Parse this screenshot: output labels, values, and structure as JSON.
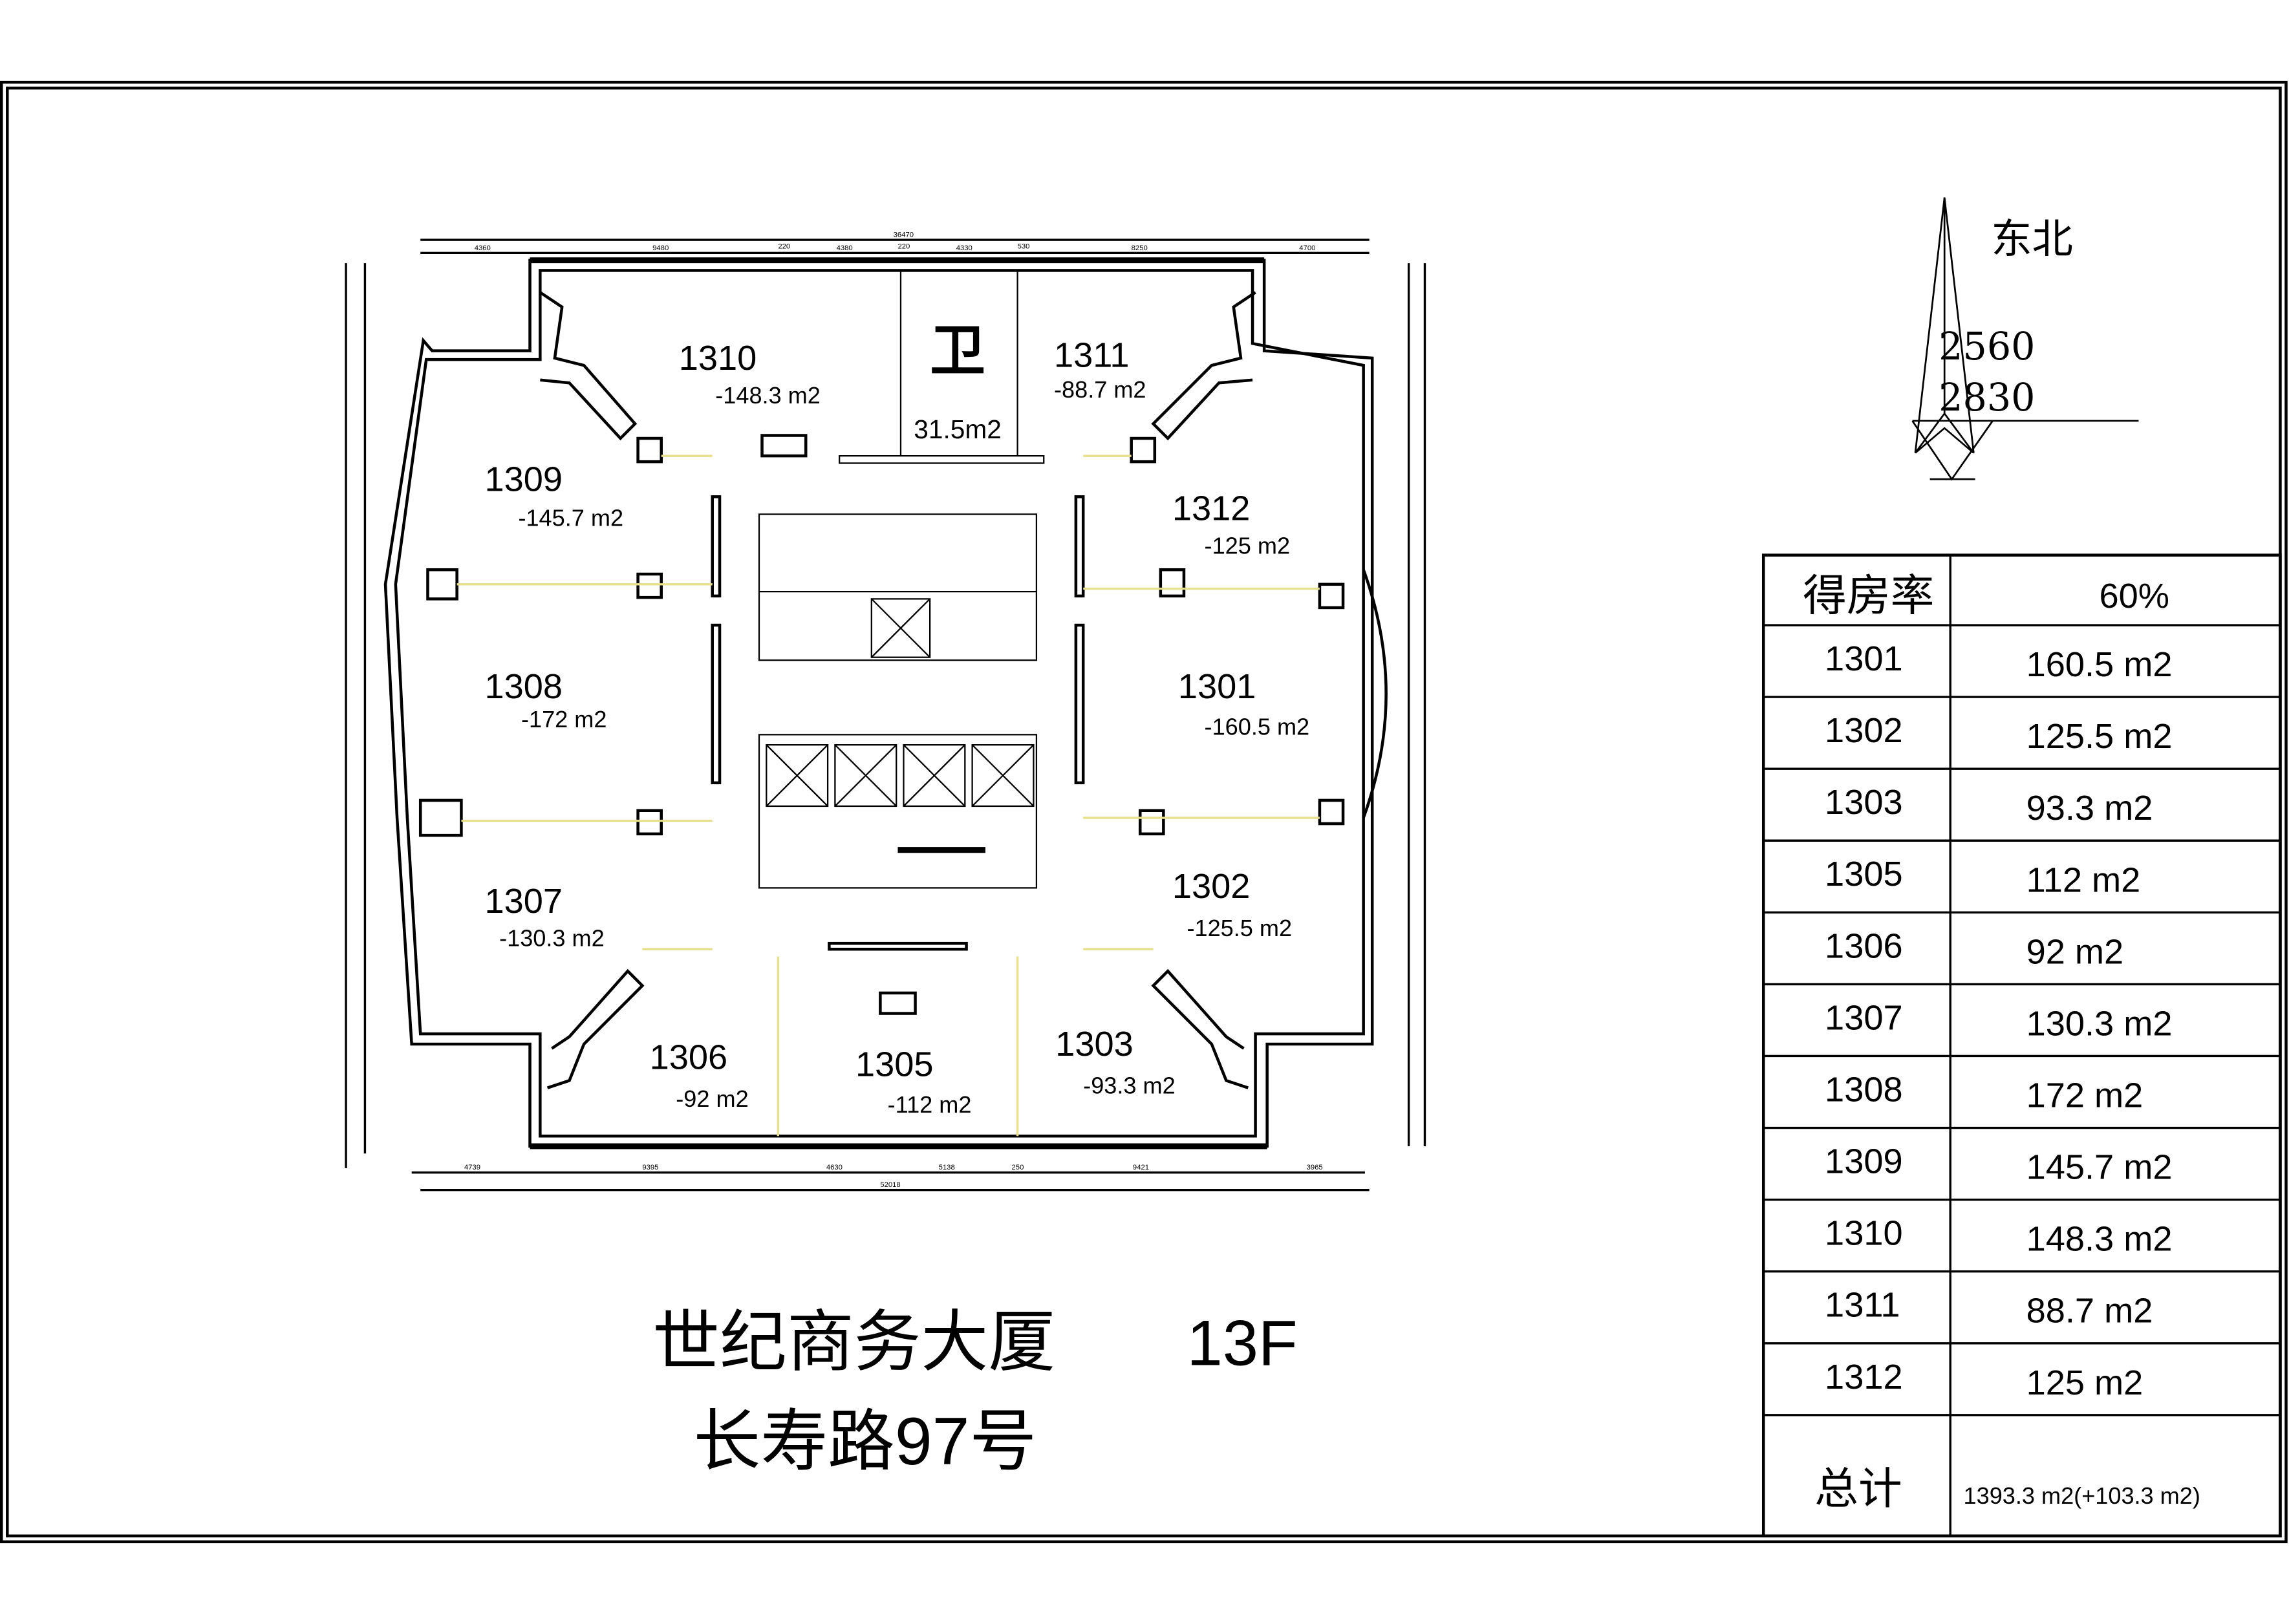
{
  "compass": {
    "label": "东北"
  },
  "elevation": {
    "top": "2560",
    "bottom": "2830"
  },
  "dimensions": {
    "top_total": "36470",
    "top": [
      "4360",
      "9480",
      "220",
      "4380",
      "220",
      "4330",
      "530",
      "8250",
      "4700"
    ],
    "bottom": [
      "4739",
      "9395",
      "4630",
      "5138",
      "250",
      "9421",
      "3965"
    ],
    "bottom_total": "52018"
  },
  "rooms": [
    {
      "id": "1310",
      "area": "-148.3 m2"
    },
    {
      "id": "1311",
      "area": "-88.7 m2"
    },
    {
      "id": "1309",
      "area": "-145.7 m2"
    },
    {
      "id": "1312",
      "area": "-125 m2"
    },
    {
      "id": "1308",
      "area": "-172 m2"
    },
    {
      "id": "1301",
      "area": "-160.5 m2"
    },
    {
      "id": "1307",
      "area": "-130.3 m2"
    },
    {
      "id": "1302",
      "area": "-125.5 m2"
    },
    {
      "id": "1306",
      "area": "-92 m2"
    },
    {
      "id": "1305",
      "area": "-112 m2"
    },
    {
      "id": "1303",
      "area": "-93.3 m2"
    }
  ],
  "toilet": {
    "label": "卫",
    "area": "31.5m2"
  },
  "title": {
    "building": "世纪商务大厦",
    "floor": "13F",
    "address": "长寿路97号"
  },
  "table": {
    "header": {
      "label": "得房率",
      "value": "60%"
    },
    "rows": [
      {
        "unit": "1301",
        "area": "160.5 m2"
      },
      {
        "unit": "1302",
        "area": "125.5 m2"
      },
      {
        "unit": "1303",
        "area": "93.3 m2"
      },
      {
        "unit": "1305",
        "area": "112 m2"
      },
      {
        "unit": "1306",
        "area": "92 m2"
      },
      {
        "unit": "1307",
        "area": "130.3 m2"
      },
      {
        "unit": "1308",
        "area": "172 m2"
      },
      {
        "unit": "1309",
        "area": "145.7 m2"
      },
      {
        "unit": "1310",
        "area": "148.3 m2"
      },
      {
        "unit": "1311",
        "area": "88.7 m2"
      },
      {
        "unit": "1312",
        "area": "125 m2"
      }
    ],
    "total": {
      "label": "总计",
      "value": "1393.3 m2(+103.3 m2)"
    }
  }
}
